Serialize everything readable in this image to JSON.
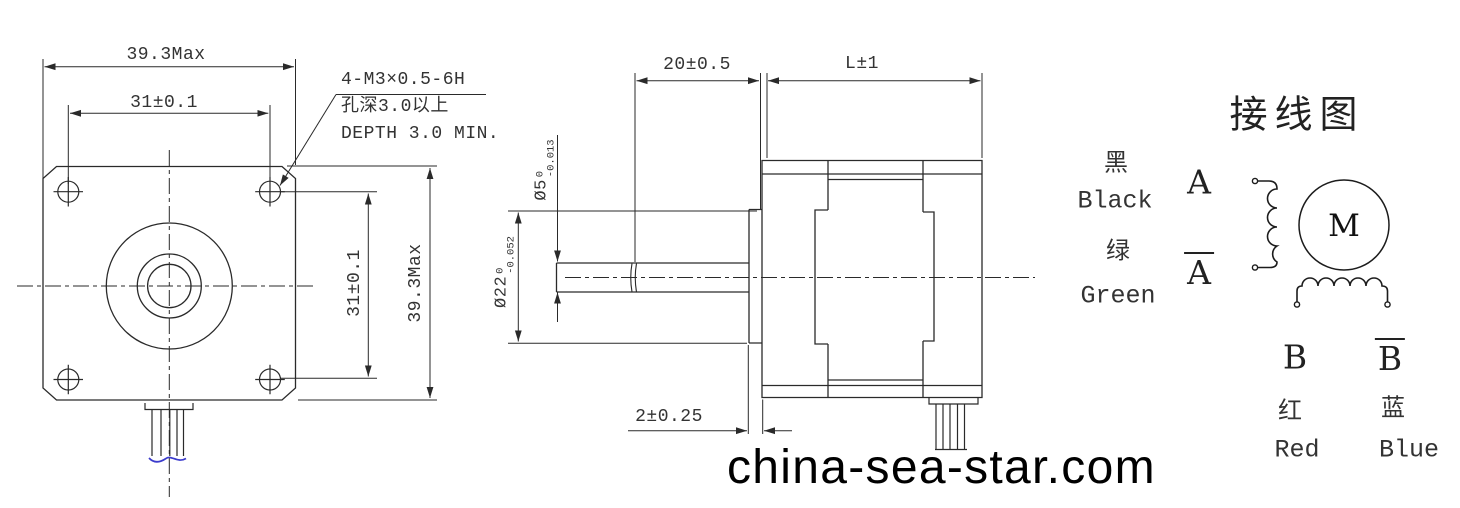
{
  "colors": {
    "line": "#2a2a2a",
    "dim_text": "#333333",
    "wire_tip_blue": "#3b3bcc",
    "watermark_text": "#000000",
    "background": "#ffffff"
  },
  "watermark": {
    "text": "china-sea-star.com"
  },
  "front_view": {
    "dim_width_top": "39.3Max",
    "dim_hole_spacing_top": "31±0.1",
    "dim_hole_spacing_right": "31±0.1",
    "dim_height_right": "39.3Max",
    "thread_note": {
      "line1": "4-M3×0.5-6H",
      "line2": "孔深3.0以上",
      "line3": "DEPTH 3.0 MIN."
    }
  },
  "side_view": {
    "dim_shaft_length": "20±0.5",
    "dim_body_length": "L±1",
    "dim_boss_depth": "2±0.25",
    "dim_shaft_dia": {
      "nominal": "Ø5",
      "upper_tol": "0",
      "lower_tol": "-0.013"
    },
    "dim_boss_dia": {
      "nominal": "Ø22",
      "upper_tol": "0",
      "lower_tol": "-0.052"
    }
  },
  "wiring_diagram": {
    "title": "接线图",
    "motor_label": "M",
    "lead_a": {
      "color_cn": "黑",
      "color_en": "Black",
      "phase": "A"
    },
    "lead_a_bar": {
      "color_cn": "绿",
      "color_en": "Green",
      "phase": "A"
    },
    "lead_b": {
      "color_cn": "红",
      "color_en": "Red",
      "phase": "B"
    },
    "lead_b_bar": {
      "color_cn": "蓝",
      "color_en": "Blue",
      "phase": "B"
    }
  }
}
